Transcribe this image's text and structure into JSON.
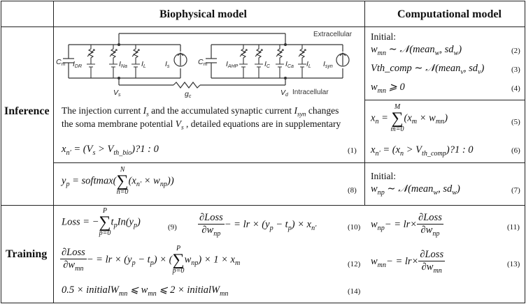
{
  "header": {
    "biophysical": "Biophysical model",
    "computational": "Computational model"
  },
  "rows": {
    "inference": "Inference",
    "training": "Training"
  },
  "circuit": {
    "extracellular": "Extracellular",
    "intracellular": "Intracellular",
    "cm_left": "C",
    "cm_sub": "m",
    "idr": "I",
    "idr_sub": "DR",
    "ina": "I",
    "ina_sub": "Na",
    "il_left": "I",
    "il_left_sub": "L",
    "is": "I",
    "is_sub": "s",
    "cm_right": "C",
    "cm_right_sub": "m",
    "iahp": "I",
    "iahp_sub": "AHP",
    "ic": "I",
    "ic_sub": "C",
    "ica": "I",
    "ica_sub": "Ca",
    "il_right": "I",
    "il_right_sub": "L",
    "isyn": "I",
    "isyn_sub": "syn",
    "vs": "V",
    "vs_sub": "s",
    "gc": "g",
    "gc_sub": "c",
    "vd": "V",
    "vd_sub": "d"
  },
  "desc_line1_a": "The injection current ",
  "desc_line1_b": " and the accumulated synaptic current ",
  "desc_line1_c": " changes",
  "desc_line2_a": "the soma membrane potential ",
  "desc_line2_b": " , detailed equations are in supplementary",
  "initial1": "Initial:",
  "initial2": "Initial:",
  "eqnums": {
    "e1": "(1)",
    "e2": "(2)",
    "e3": "(3)",
    "e4": "(4)",
    "e5": "(5)",
    "e6": "(6)",
    "e7": "(7)",
    "e8": "(8)",
    "e9": "(9)",
    "e10": "(10)",
    "e11": "(11)",
    "e12": "(12)",
    "e13": "(13)",
    "e14": "(14)"
  }
}
